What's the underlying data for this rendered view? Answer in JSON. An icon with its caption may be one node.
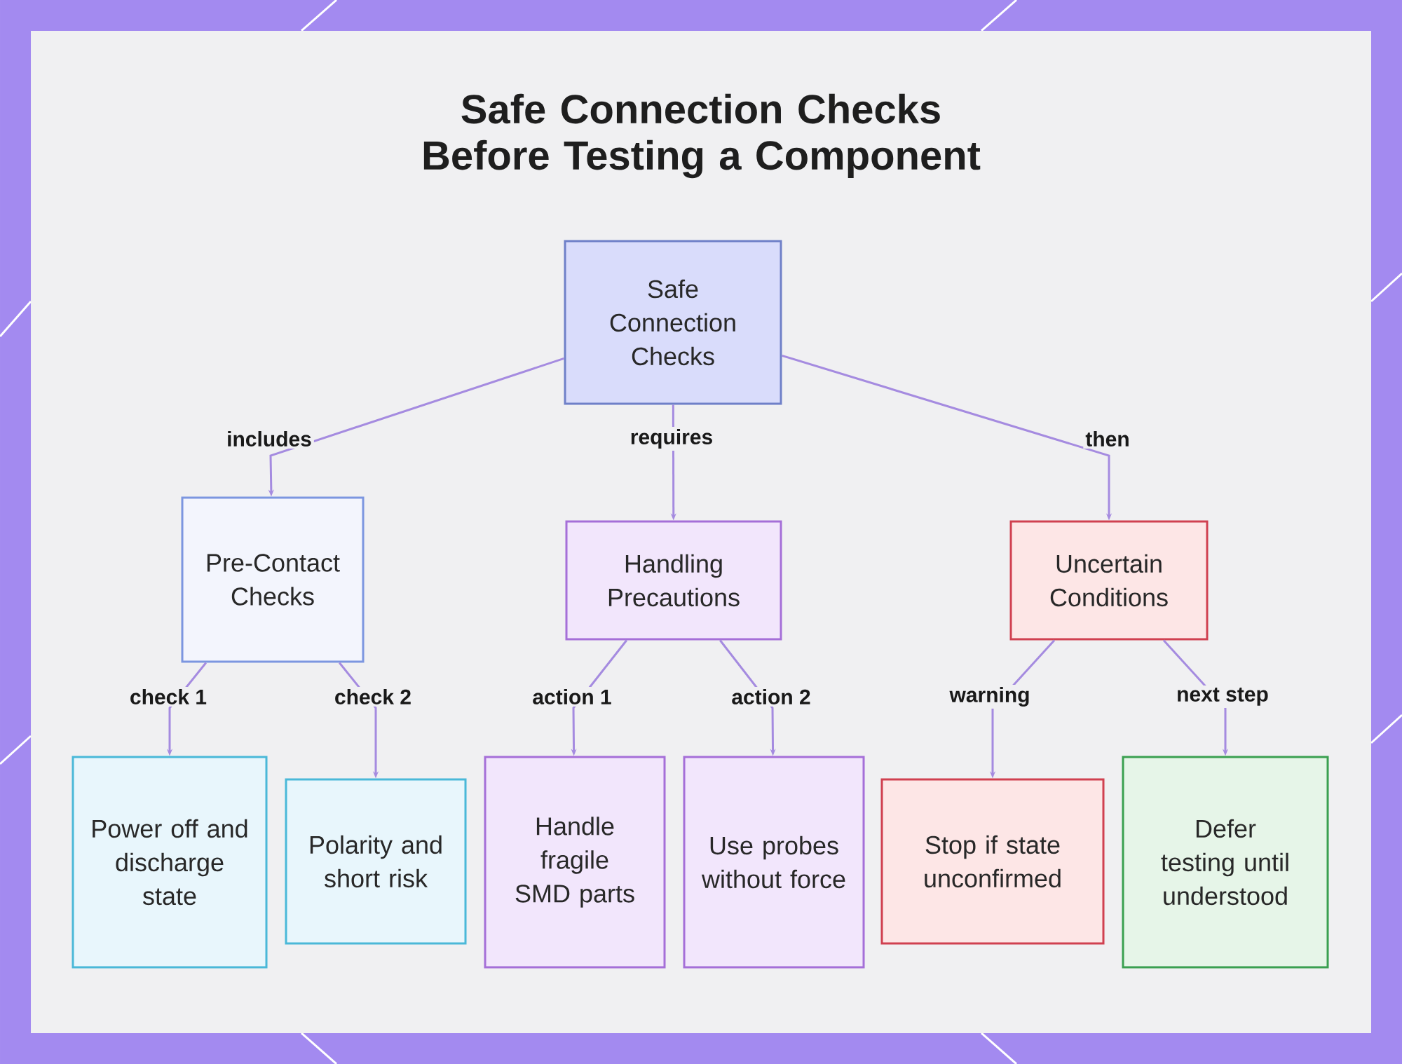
{
  "diagram": {
    "title": "Safe Connection Checks Before Testing a Component",
    "nodes": [
      {
        "text": [
          "Safe Connection Checks"
        ]
      },
      {
        "text": [
          "Pre-Contact Checks"
        ]
      },
      {
        "text": [
          "Handling Precautions"
        ]
      },
      {
        "text": [
          "Uncertain Conditions"
        ]
      },
      {
        "text": [
          "Power off and discharge state"
        ]
      },
      {
        "text": [
          "Polarity and short risk"
        ]
      },
      {
        "text": [
          "Handle fragile SMD parts"
        ]
      },
      {
        "text": [
          "Use probes without force"
        ]
      },
      {
        "text": [
          "Stop if state unconfirmed"
        ]
      },
      {
        "text": [
          "Defer testing until understood"
        ]
      }
    ],
    "edges": [
      {
        "from": 0,
        "to": 1,
        "arrow": "to",
        "label": "includes"
      },
      {
        "from": 0,
        "to": 2,
        "arrow": "to",
        "label": "requires"
      },
      {
        "from": 0,
        "to": 3,
        "arrow": "to",
        "label": "then"
      },
      {
        "from": 1,
        "to": 4,
        "arrow": "to",
        "label": "check 1"
      },
      {
        "from": 1,
        "to": 5,
        "arrow": "to",
        "label": "check 2"
      },
      {
        "from": 2,
        "to": 6,
        "arrow": "to",
        "label": "action 1"
      },
      {
        "from": 2,
        "to": 7,
        "arrow": "to",
        "label": "action 2"
      },
      {
        "from": 3,
        "to": 8,
        "arrow": "to",
        "label": "warning"
      },
      {
        "from": 3,
        "to": 9,
        "arrow": "to",
        "label": "next step"
      }
    ]
  }
}
